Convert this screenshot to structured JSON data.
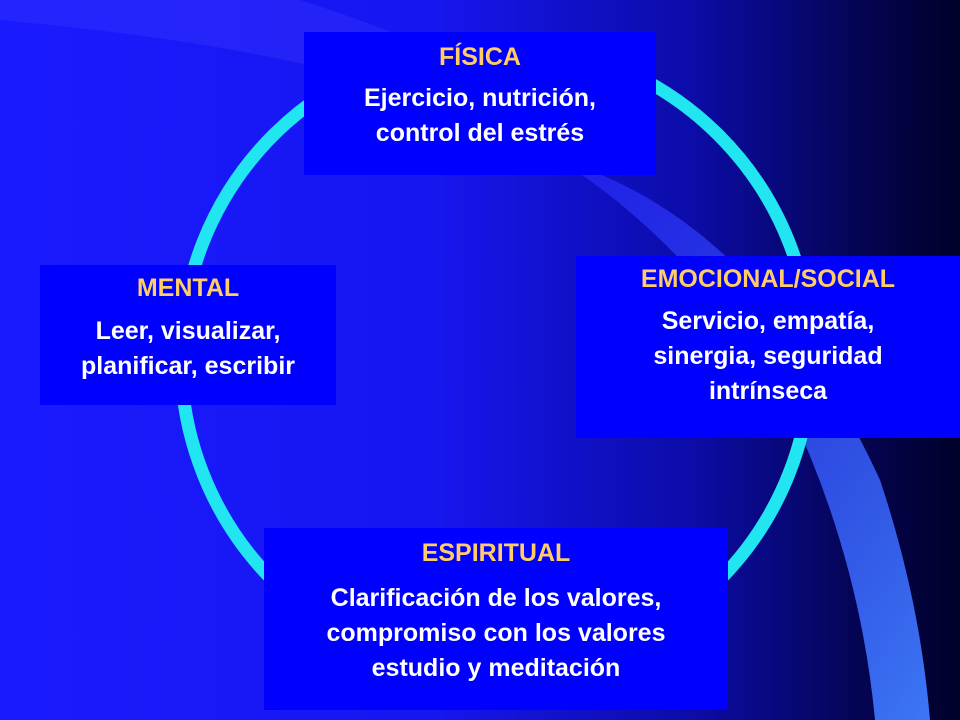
{
  "colors": {
    "box_fill": "#0000ff",
    "title_text": "#ffcc66",
    "body_text": "#ffffff",
    "ring": "#22e5f2"
  },
  "dimensions": [
    {
      "key": "fisica",
      "title": "FÍSICA",
      "lines": [
        "Ejercicio, nutrición,",
        "control del estrés"
      ]
    },
    {
      "key": "mental",
      "title": "MENTAL",
      "lines": [
        "Leer, visualizar,",
        "planificar, escribir"
      ]
    },
    {
      "key": "emocional",
      "title": "EMOCIONAL/SOCIAL",
      "lines": [
        "Servicio, empatía,",
        "sinergia, seguridad",
        "intrínseca"
      ]
    },
    {
      "key": "espiritual",
      "title": "ESPIRITUAL",
      "lines": [
        "Clarificación de los valores,",
        "compromiso con los valores",
        "estudio y meditación"
      ]
    }
  ]
}
